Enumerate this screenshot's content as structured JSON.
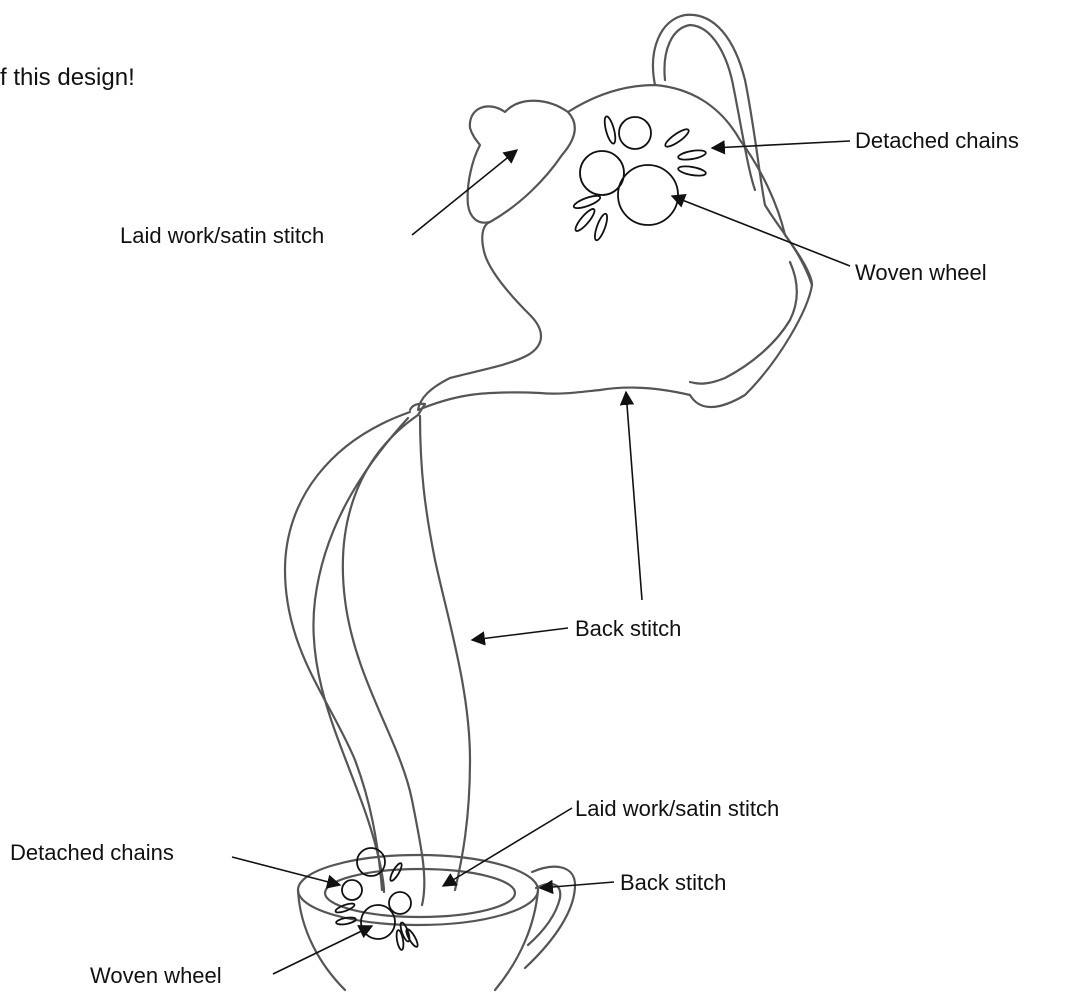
{
  "intro_text": "f this design!",
  "labels": {
    "teapot_lid": "Laid work/satin stitch",
    "teapot_leaves": "Detached chains",
    "teapot_wheel": "Woven wheel",
    "teapot_outline": "Back stitch",
    "cup_tea": "Laid work/satin stitch",
    "cup_leaves": "Detached chains",
    "cup_handle": "Back stitch",
    "cup_wheel": "Woven wheel"
  }
}
